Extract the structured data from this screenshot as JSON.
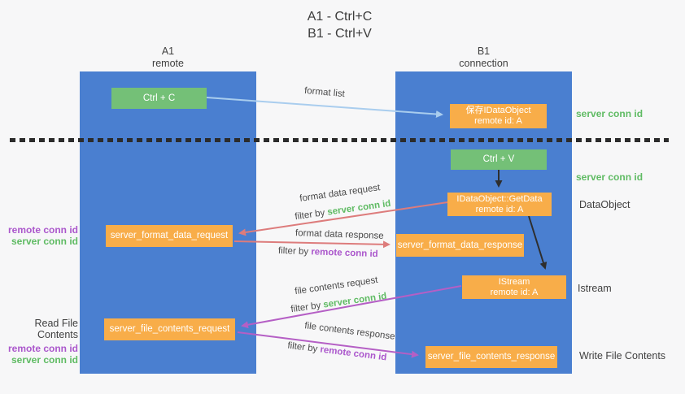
{
  "title": {
    "line1": "A1 - Ctrl+C",
    "line2": "B1 - Ctrl+V"
  },
  "columns": {
    "a1": {
      "name": "A1",
      "subtitle": "remote"
    },
    "b1": {
      "name": "B1",
      "subtitle": "connection"
    }
  },
  "nodes": {
    "ctrl_c": "Ctrl + C",
    "save_idataobject": {
      "line1": "保存IDataObject",
      "line2": "remote id: A"
    },
    "ctrl_v": "Ctrl + V",
    "getdata": {
      "line1": "IDataObject::GetData",
      "line2": "remote id: A"
    },
    "format_request": "server_format_data_request",
    "format_response": "server_format_data_response",
    "istream": {
      "line1": "IStream",
      "line2": "remote id: A"
    },
    "file_request": "server_file_contents_request",
    "file_response": "server_file_contents_response"
  },
  "flows": {
    "format_list": "format list",
    "format_data_request": {
      "line1": "format data request",
      "filter": "filter by",
      "key": "server conn id"
    },
    "format_data_response": {
      "line1": "format data response",
      "filter": "filter by",
      "key": "remote conn id"
    },
    "file_contents_request": {
      "line1": "file contents request",
      "filter": "filter by",
      "key": "server conn id"
    },
    "file_contents_response": {
      "line1": "file contents response",
      "filter": "filter by",
      "key": "remote conn id"
    }
  },
  "side_labels": {
    "right": {
      "server_conn_top": "server conn id",
      "server_conn_mid": "server conn id",
      "dataobject": "DataObject",
      "istream": "Istream",
      "write_file": "Write File Contents"
    },
    "left": {
      "format_remote": "remote conn id",
      "format_server": "server conn id",
      "read_file": "Read File Contents",
      "file_remote": "remote conn id",
      "file_server": "server conn id"
    }
  },
  "colors": {
    "lane_blue": "#4a7fd0",
    "box_green": "#74c077",
    "box_orange": "#f8ad49",
    "arrow_light_blue": "#a9cdee",
    "arrow_red": "#dd7c7c",
    "arrow_magenta": "#b55fc5",
    "arrow_black": "#2e2e2e",
    "text_green": "#5fbb63",
    "text_purple": "#ab57cc",
    "text_gray": "#3f3f3f"
  }
}
